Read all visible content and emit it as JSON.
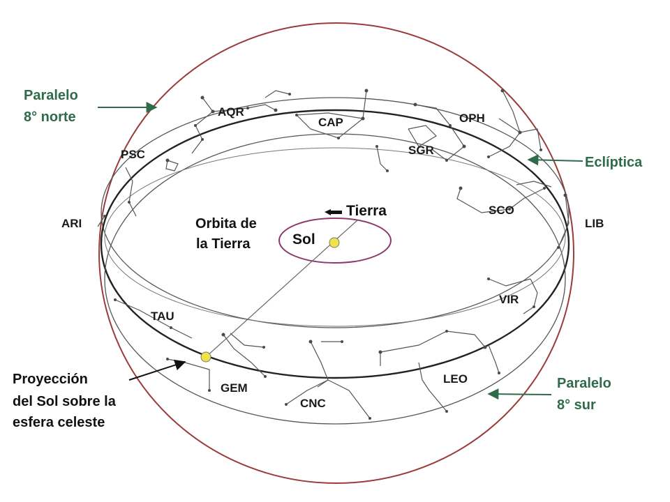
{
  "labels": {
    "parallel_north": [
      "Paralelo",
      "8° norte"
    ],
    "parallel_south": [
      "Paralelo",
      "8° sur"
    ],
    "ecliptic": "Eclíptica",
    "earth": "Tierra",
    "sun": "Sol",
    "earth_orbit": [
      "Orbita de",
      "la Tierra"
    ],
    "sun_projection": [
      "Proyección",
      "del Sol sobre la",
      "esfera celeste"
    ]
  },
  "constellations": [
    "AQR",
    "CAP",
    "PSC",
    "OPH",
    "SGR",
    "ARI",
    "SCO",
    "LIB",
    "TAU",
    "VIR",
    "GEM",
    "CNC",
    "LEO"
  ],
  "colors": {
    "sphere_outline": "#9a3b3b",
    "orbit_outline": "#8a3a6a",
    "sun_fill": "#f0e34a",
    "green_text": "#2f6b4a",
    "band_lines": "#444444"
  }
}
